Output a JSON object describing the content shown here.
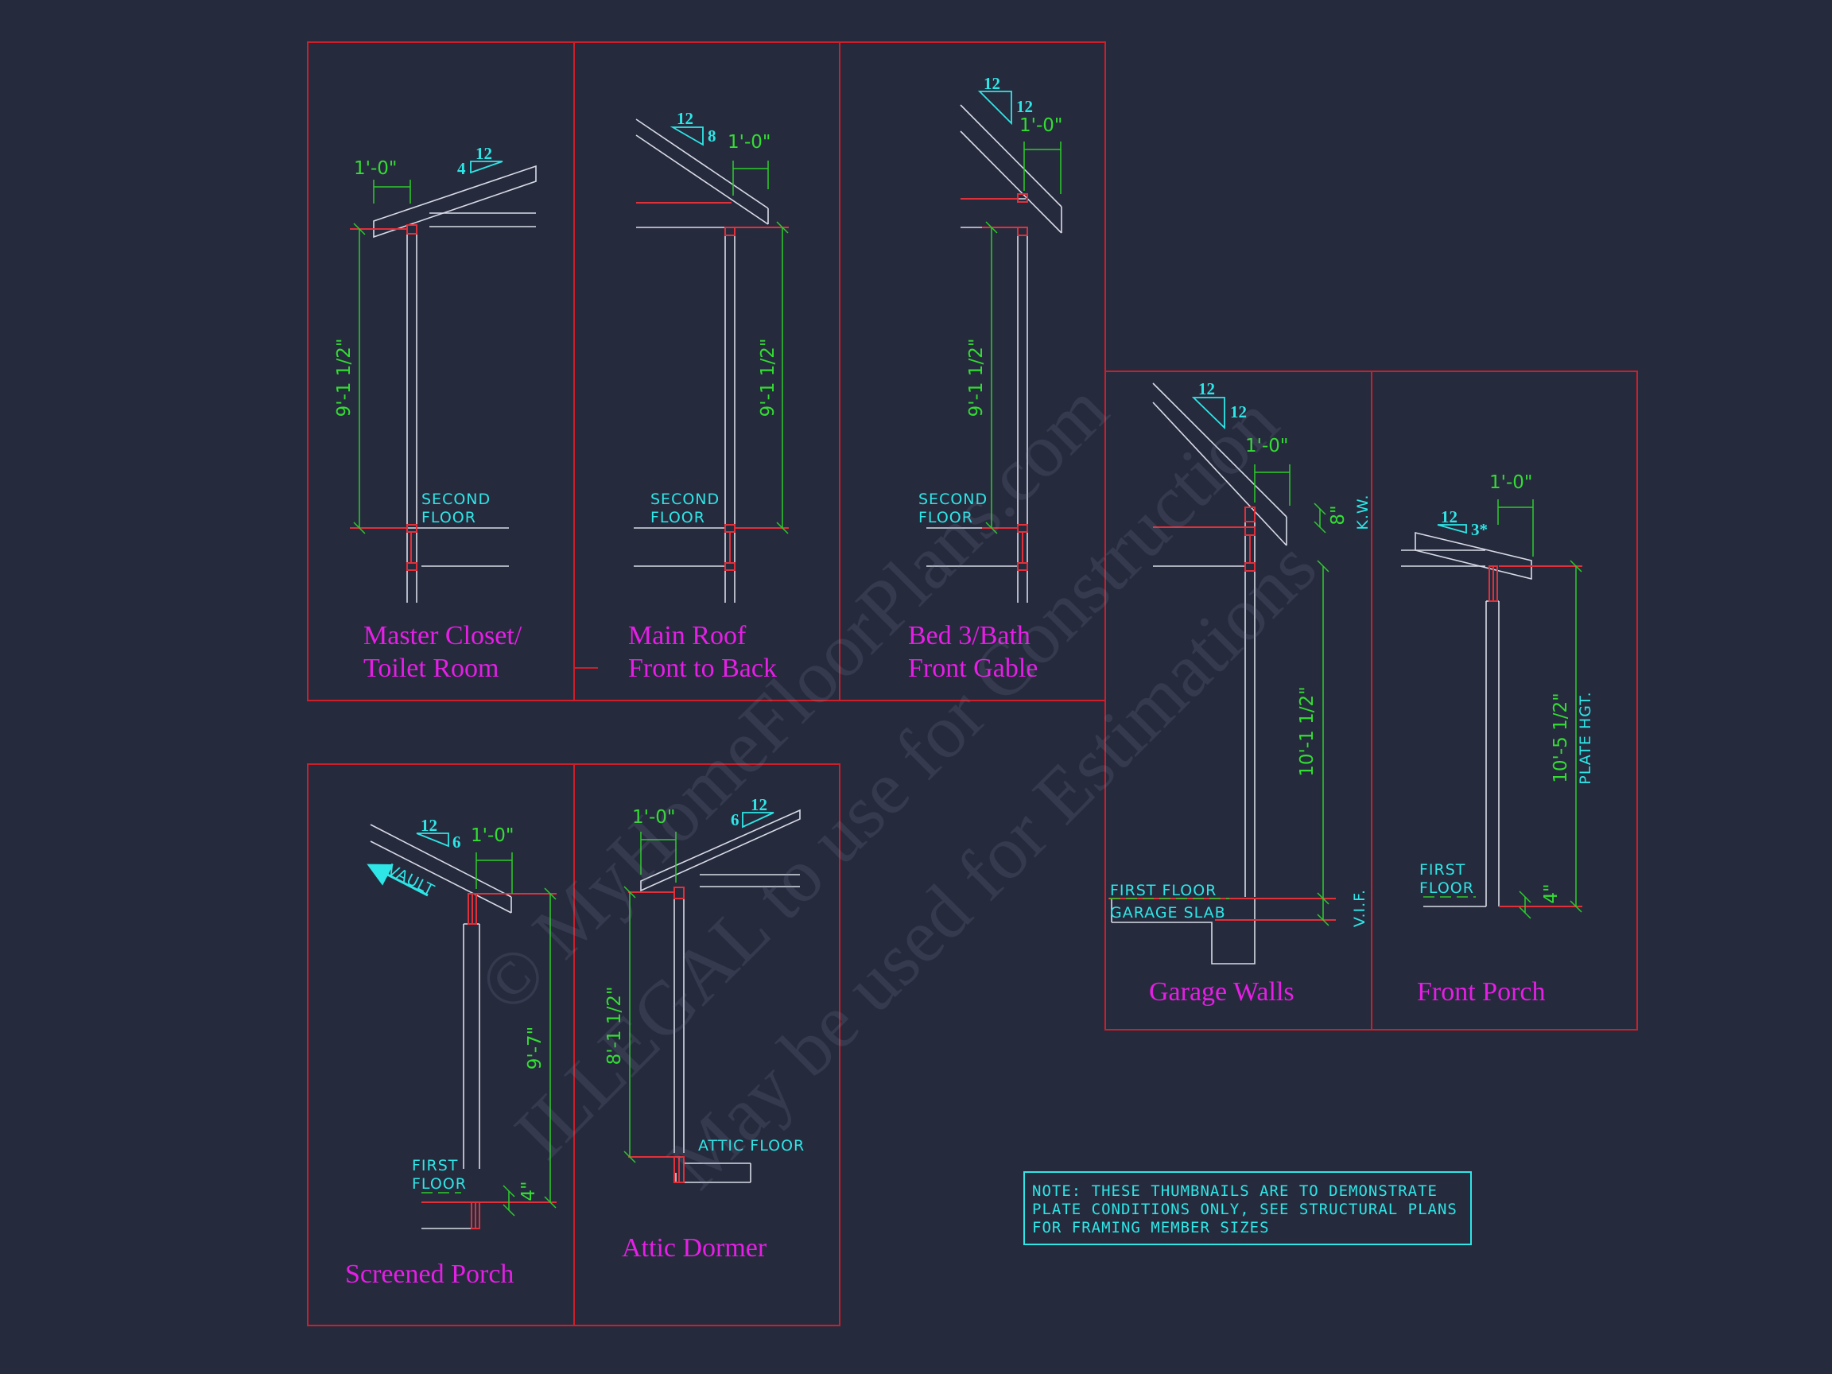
{
  "panels": {
    "master_closet": {
      "title_line1": "Master Closet/",
      "title_line2": "Toilet Room",
      "floor_line1": "SECOND",
      "floor_line2": "FLOOR",
      "overhang": "1'-0\"",
      "wall_height": "9'-1 1/2\"",
      "pitch_rise": "4",
      "pitch_run": "12"
    },
    "main_roof": {
      "title_line1": "Main Roof",
      "title_line2": "Front to Back",
      "floor_line1": "SECOND",
      "floor_line2": "FLOOR",
      "overhang": "1'-0\"",
      "wall_height": "9'-1 1/2\"",
      "pitch_rise": "8",
      "pitch_run": "12"
    },
    "bed3_bath": {
      "title_line1": "Bed 3/Bath",
      "title_line2": "Front Gable",
      "floor_line1": "SECOND",
      "floor_line2": "FLOOR",
      "overhang": "1'-0\"",
      "wall_height": "9'-1 1/2\"",
      "pitch_rise": "12",
      "pitch_run": "12"
    },
    "garage_walls": {
      "title": "Garage Walls",
      "floor_label": "FIRST FLOOR",
      "slab_label": "GARAGE SLAB",
      "overhang": "1'-0\"",
      "wall_height": "10'-1 1/2\"",
      "kw_dim": "8\"",
      "kw_label": "K.W.",
      "vif_label": "V.I.F.",
      "pitch_rise": "12",
      "pitch_run": "12"
    },
    "front_porch": {
      "title": "Front Porch",
      "floor_line1": "FIRST",
      "floor_line2": "FLOOR",
      "overhang": "1'-0\"",
      "wall_height": "10'-5 1/2\"",
      "plate_label": "PLATE HGT.",
      "step_dim": "4\"",
      "pitch_rise": "3*",
      "pitch_run": "12"
    },
    "screened_porch": {
      "title": "Screened Porch",
      "floor_line1": "FIRST",
      "floor_line2": "FLOOR",
      "overhang": "1'-0\"",
      "wall_height": "9'-7\"",
      "step_dim": "4\"",
      "vault_label": "VAULT",
      "pitch_rise": "6",
      "pitch_run": "12"
    },
    "attic_dormer": {
      "title": "Attic Dormer",
      "floor_label": "ATTIC FLOOR",
      "overhang": "1'-0\"",
      "wall_height": "8'-1 1/2\"",
      "pitch_rise": "6",
      "pitch_run": "12"
    }
  },
  "note": {
    "line1": "NOTE: THESE THUMBNAILS ARE TO DEMONSTRATE",
    "line2": "PLATE CONDITIONS ONLY, SEE STRUCTURAL PLANS",
    "line3": "FOR FRAMING MEMBER SIZES"
  },
  "watermark": {
    "line1": "© MyHomeFloorPlans.com",
    "line2": "ILLEGAL to use for Construction",
    "line3": "May be used for Estimations"
  },
  "colors": {
    "background": "#262a3d",
    "frame": "#cc1f2a",
    "title": "#e61ee6",
    "label": "#2ee6e6",
    "dimension": "#33dd33",
    "structure": "#d8dbe6"
  }
}
